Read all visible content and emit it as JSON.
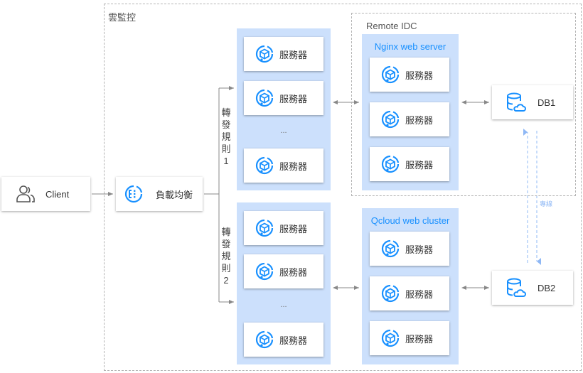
{
  "regions": {
    "cloud_monitor": {
      "label": "雲監控"
    },
    "remote_idc": {
      "label": "Remote IDC"
    }
  },
  "client": {
    "label": "Client",
    "icon": "users-icon"
  },
  "load_balancer": {
    "label": "負載均衡",
    "icon": "load-balancer-icon"
  },
  "forward_rules": [
    {
      "label": "轉發規則1"
    },
    {
      "label": "轉發規則2"
    }
  ],
  "server_groups": [
    {
      "title": "",
      "servers": [
        "服務器",
        "服務器",
        "服務器"
      ],
      "ellipsis": "..."
    },
    {
      "title": "",
      "servers": [
        "服務器",
        "服務器",
        "服務器"
      ],
      "ellipsis": "..."
    },
    {
      "title": "Nginx web server",
      "servers": [
        "服務器",
        "服務器",
        "服務器"
      ]
    },
    {
      "title": "Qcloud web cluster",
      "servers": [
        "服務器",
        "服務器",
        "服務器"
      ]
    }
  ],
  "databases": [
    {
      "label": "DB1",
      "icon": "database-cloud-icon"
    },
    {
      "label": "DB2",
      "icon": "database-cloud-icon"
    }
  ],
  "dedicated_line": {
    "label": "專線"
  },
  "colors": {
    "accent": "#1890ff",
    "panel_bg": "#cce0fc",
    "connector": "#888888",
    "dedicated_line": "#8fb8f5",
    "region_border": "#b4b4b4"
  }
}
